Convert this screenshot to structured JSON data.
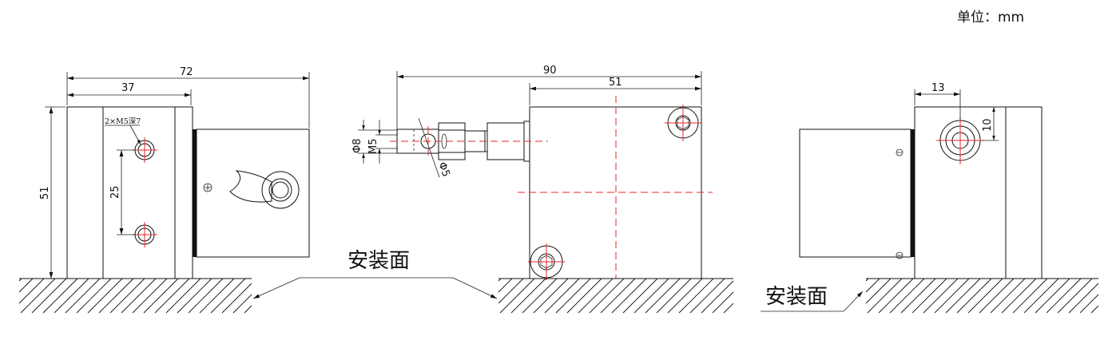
{
  "unit_label": "单位：mm",
  "mounting_surface_label": "安装面",
  "front_view": {
    "overall_width": "72",
    "hole_offset": "37",
    "height": "51",
    "hole_pitch": "25",
    "hole_note": "2×M5深7"
  },
  "side_view": {
    "overall_length": "90",
    "body_length": "51",
    "shaft_dia": "Φ8",
    "thread": "M5",
    "hole_dia": "Φ5"
  },
  "right_view": {
    "hole_horizontal": "13",
    "hole_vertical": "10"
  }
}
